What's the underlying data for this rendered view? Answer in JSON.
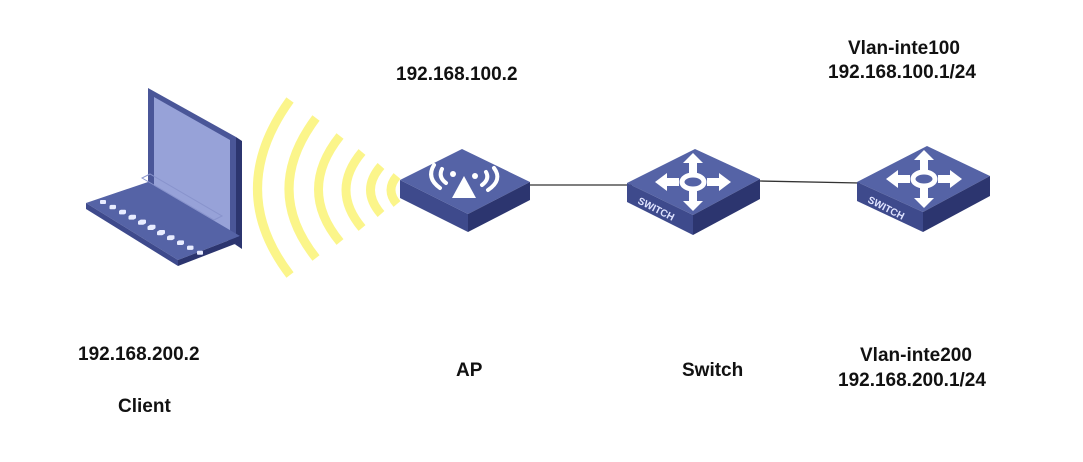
{
  "diagram": {
    "nodes": {
      "client": {
        "name": "Client",
        "ip": "192.168.200.2"
      },
      "ap": {
        "name": "AP",
        "ip": "192.168.100.2"
      },
      "switch": {
        "name": "Switch",
        "badge": "SWITCH"
      },
      "core_switch": {
        "badge": "SWITCH",
        "vlan100_name": "Vlan-inte100",
        "vlan100_ip": "192.168.100.1/24",
        "vlan200_name": "Vlan-inte200",
        "vlan200_ip": "192.168.200.1/24"
      }
    },
    "links": [
      {
        "from": "client",
        "to": "ap",
        "type": "wireless"
      },
      {
        "from": "ap",
        "to": "switch",
        "type": "wired"
      },
      {
        "from": "switch",
        "to": "core_switch",
        "type": "wired"
      }
    ],
    "colors": {
      "device_top": "#5563a6",
      "device_side_left": "#3e4a8c",
      "device_side_right": "#2c356f",
      "screen": "#97a2d8",
      "wireless": "#fbf58a",
      "link": "#333333",
      "icon_glyph": "#ffffff"
    }
  }
}
